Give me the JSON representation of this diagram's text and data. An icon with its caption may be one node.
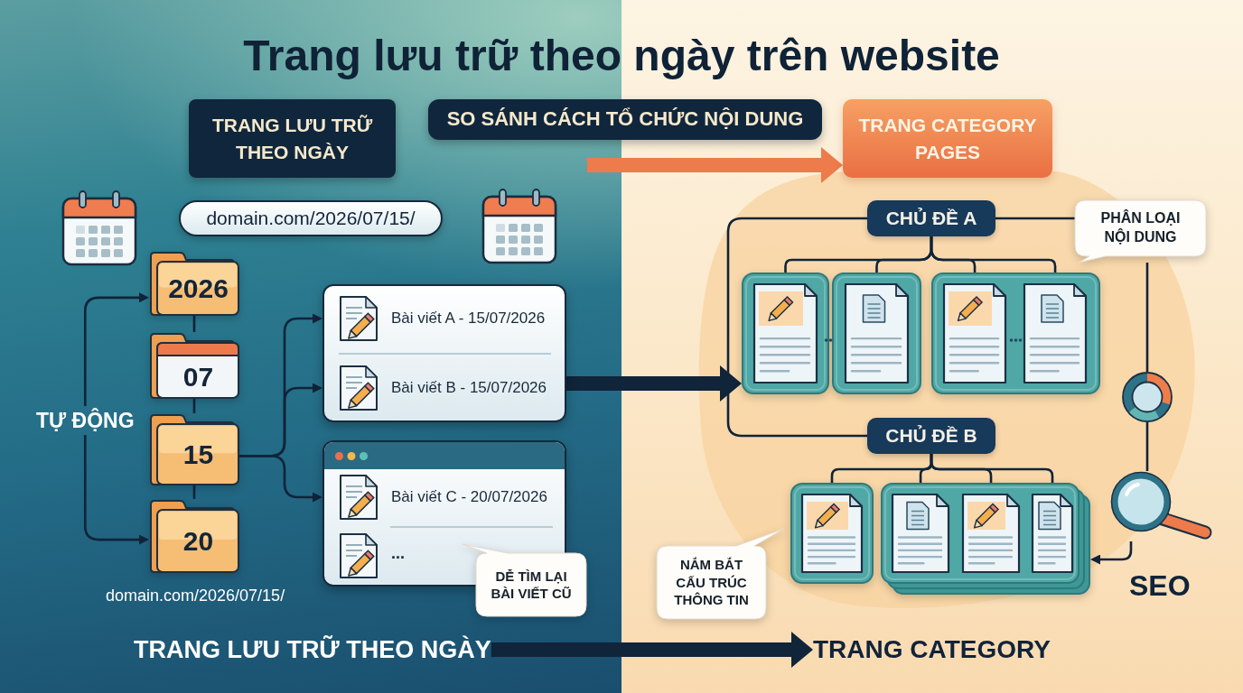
{
  "diagram": {
    "title": "Trang lưu trữ theo ngày trên website",
    "nodes": [
      {
        "text": [
          "TRANG LƯU TRỮ THEO NGÀY"
        ]
      },
      {
        "text": [
          "SO SÁNH CÁCH TỔ CHỨC NỘI DUNG"
        ]
      },
      {
        "text": [
          "TRANG CATEGORY PAGES"
        ]
      },
      {
        "text": [
          "domain.com/2026/07/15/"
        ]
      },
      {
        "text": [
          "CHỦ ĐỀ A"
        ]
      },
      {
        "text": [
          "PHÂN LOẠI NỘI DUNG"
        ]
      },
      {
        "text": [
          "2026"
        ]
      },
      {
        "text": [
          "07"
        ]
      },
      {
        "text": [
          "TỰ ĐỘNG"
        ]
      },
      {
        "text": [
          "15"
        ]
      },
      {
        "text": [
          "20"
        ]
      },
      {
        "text": [],
        "shape": "box"
      },
      {
        "text": [
          "Bài viết A - 15/07/2026"
        ],
        "in": 11
      },
      {
        "text": [
          "Bài viết B - 15/07/2026"
        ],
        "in": 11
      },
      {
        "text": [],
        "shape": "box"
      },
      {
        "text": [
          "Bài viết C - 20/07/2026"
        ],
        "in": 14
      },
      {
        "text": [
          "DỄ TÌM LẠI BÀI VIẾT CŨ"
        ]
      },
      {
        "text": [],
        "shape": "box"
      },
      {
        "text": [],
        "shape": "box"
      },
      {
        "text": [],
        "shape": "box"
      },
      {
        "text": [],
        "shape": "circle"
      },
      {
        "text": [
          "CHỦ ĐỀ B"
        ]
      },
      {
        "text": [],
        "shape": "box"
      },
      {
        "text": [],
        "shape": "box"
      },
      {
        "text": [],
        "shape": "picture",
        "beside": [
          "SEO"
        ]
      },
      {
        "text": [
          "NẮM BẮT CẤU TRÚC THÔNG TIN"
        ]
      },
      {
        "text": [
          "TRANG LƯU TRỮ THEO NGÀY"
        ]
      },
      {
        "text": [
          "TRANG CATEGORY"
        ]
      }
    ],
    "edges": [
      {
        "from": 8,
        "to": 6,
        "arrow": "to"
      },
      {
        "from": 8,
        "to": 10,
        "arrow": "to"
      },
      {
        "from": 6,
        "to": 7,
        "arrow": "none"
      },
      {
        "from": 7,
        "to": 9,
        "arrow": "none"
      },
      {
        "from": 9,
        "to": 10,
        "arrow": "none"
      },
      {
        "from": 9,
        "to": 12,
        "arrow": "to"
      },
      {
        "from": 9,
        "to": 13,
        "arrow": "to"
      },
      {
        "from": 9,
        "to": 15,
        "arrow": "to"
      },
      {
        "from": null,
        "to": 2,
        "arrow": "to",
        "style": "thick",
        "color": "#ee7b4c"
      },
      {
        "from": 11,
        "to": 17,
        "arrow": "to",
        "style": "thick"
      },
      {
        "from": 4,
        "to": 17,
        "arrow": "none"
      },
      {
        "from": 4,
        "to": 18,
        "arrow": "none"
      },
      {
        "from": 4,
        "to": 19,
        "arrow": "none"
      },
      {
        "from": 4,
        "to": 19,
        "arrow": "none"
      },
      {
        "from": 4,
        "to": 21,
        "arrow": "none"
      },
      {
        "from": 4,
        "to": 5,
        "arrow": "none"
      },
      {
        "from": 5,
        "to": 20,
        "arrow": "none"
      },
      {
        "from": 20,
        "to": 24,
        "arrow": "none"
      },
      {
        "from": 21,
        "to": 22,
        "arrow": "none"
      },
      {
        "from": 21,
        "to": 23,
        "arrow": "none"
      },
      {
        "from": 21,
        "to": 23,
        "arrow": "none"
      },
      {
        "from": 21,
        "to": 23,
        "arrow": "none"
      },
      {
        "from": 24,
        "to": 23,
        "arrow": "to"
      },
      {
        "from": 26,
        "to": 27,
        "arrow": "to",
        "style": "thick"
      }
    ],
    "labels": [
      "...",
      "domain.com/2026/07/15/"
    ]
  }
}
